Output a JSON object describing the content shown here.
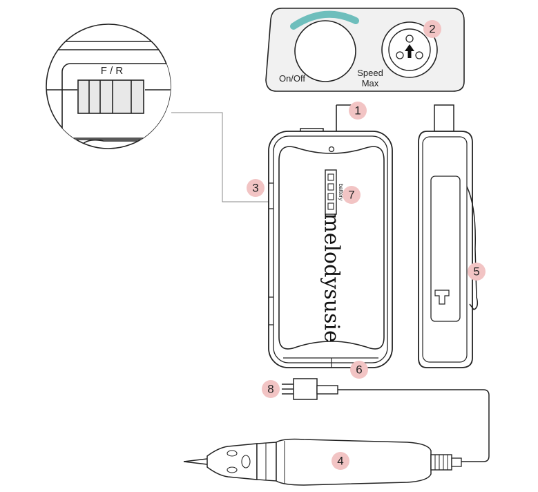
{
  "colors": {
    "badge_fill": "#f2c4c4",
    "stroke": "#222222",
    "panel_fill": "#f1f1f1",
    "dial_accent": "#5fb8b6",
    "device_fill": "#ffffff"
  },
  "switch_detail": {
    "label": "F / R"
  },
  "control_panel": {
    "power_label": "On/Off",
    "speed_label_1": "Speed",
    "speed_label_2": "Max"
  },
  "device": {
    "brand": "melodysusie",
    "battery_label": "battery"
  },
  "callouts": [
    "1",
    "2",
    "3",
    "4",
    "5",
    "6",
    "7",
    "8"
  ]
}
